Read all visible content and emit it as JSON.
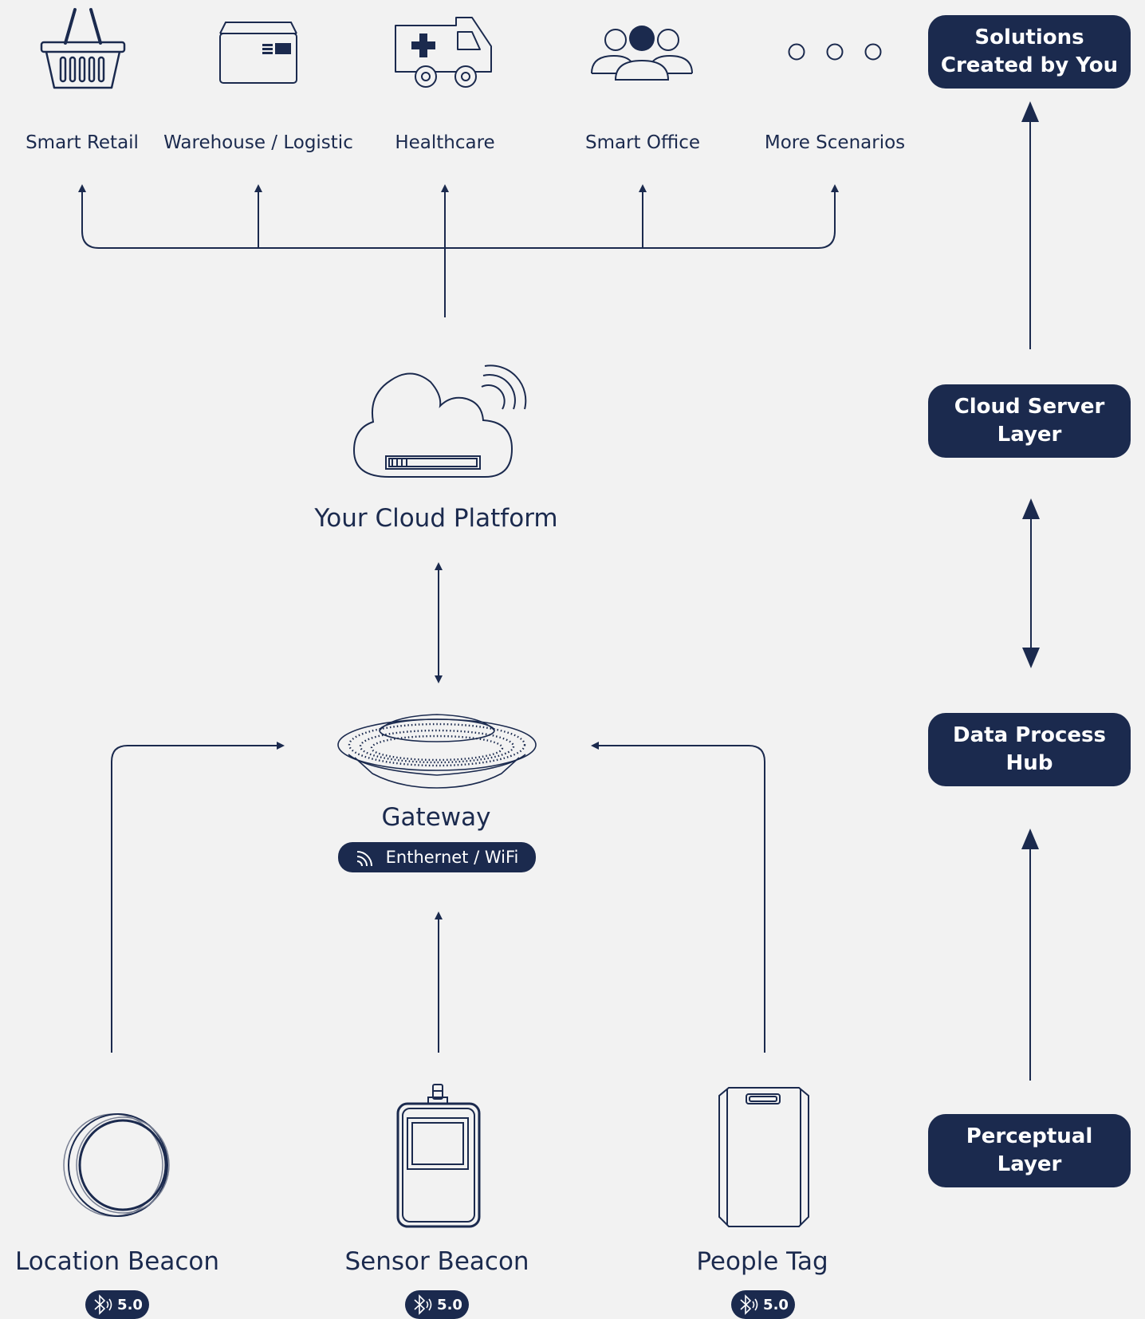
{
  "scenarios": [
    {
      "label": "Smart Retail",
      "icon": "shopping-basket-icon"
    },
    {
      "label": "Warehouse / Logistic",
      "icon": "delivery-box-icon"
    },
    {
      "label": "Healthcare",
      "icon": "ambulance-icon"
    },
    {
      "label": "Smart Office",
      "icon": "people-group-icon"
    },
    {
      "label": "More Scenarios",
      "icon": "more-dots-icon"
    }
  ],
  "cloud": {
    "label": "Your Cloud Platform",
    "icon": "cloud-server-icon"
  },
  "gateway": {
    "label": "Gateway",
    "connectivity": "Enthernet / WiFi",
    "icon": "gateway-device-icon"
  },
  "devices": [
    {
      "label": "Location Beacon",
      "badge": "5.0",
      "icon": "round-beacon-icon"
    },
    {
      "label": "Sensor Beacon",
      "badge": "5.0",
      "icon": "sensor-beacon-icon"
    },
    {
      "label": "People Tag",
      "badge": "5.0",
      "icon": "badge-tag-icon"
    }
  ],
  "layers": [
    {
      "label": "Solutions\nCreated by You"
    },
    {
      "label": "Cloud Server\nLayer"
    },
    {
      "label": "Data Process\nHub"
    },
    {
      "label": "Perceptual\nLayer"
    }
  ],
  "colors": {
    "navy": "#1b2a4e",
    "background": "#f2f2f2"
  }
}
